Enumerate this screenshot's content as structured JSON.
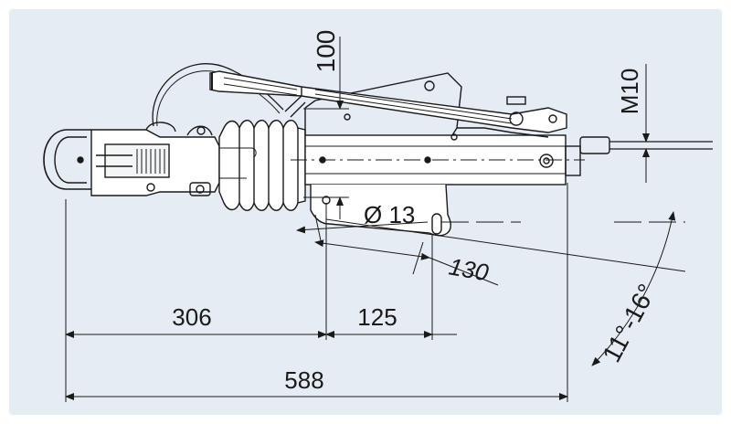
{
  "drawing": {
    "background": "#e6ecf3",
    "line_color": "#1a1a1a",
    "dimensions": {
      "height": "100",
      "thread": "M10",
      "hole_diameter": "Ø 13",
      "slot_distance": "130",
      "length_front": "306",
      "length_mid": "125",
      "length_total": "588",
      "angle_range": "11°-16°"
    }
  }
}
